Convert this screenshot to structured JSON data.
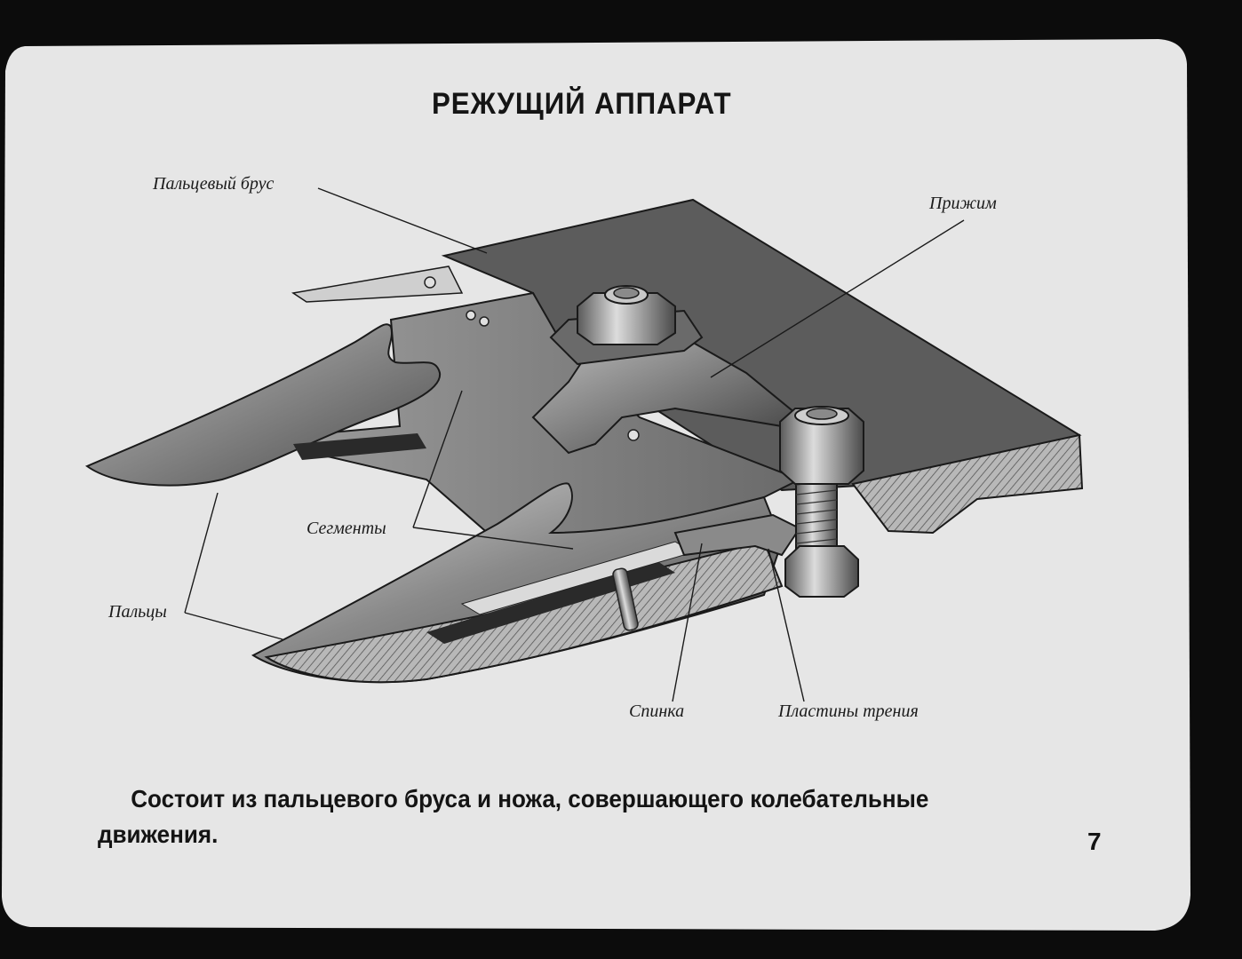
{
  "slide": {
    "title": "РЕЖУЩИЙ АППАРАТ",
    "labels": {
      "finger_bar": "Пальцевый брус",
      "clamp": "Прижим",
      "segments": "Сегменты",
      "fingers": "Пальцы",
      "back": "Спинка",
      "friction_plates": "Пластины трения"
    },
    "caption": "Состоит из пальцевого бруса и ножа, совершающего колебательные движения.",
    "page_number": "7"
  },
  "colors": {
    "background": "#0c0c0c",
    "paper": "#e6e6e6",
    "ink": "#151515",
    "metal_dark": "#5a5a5a",
    "metal_mid": "#7e7e7e",
    "metal_light": "#a8a8a8"
  }
}
